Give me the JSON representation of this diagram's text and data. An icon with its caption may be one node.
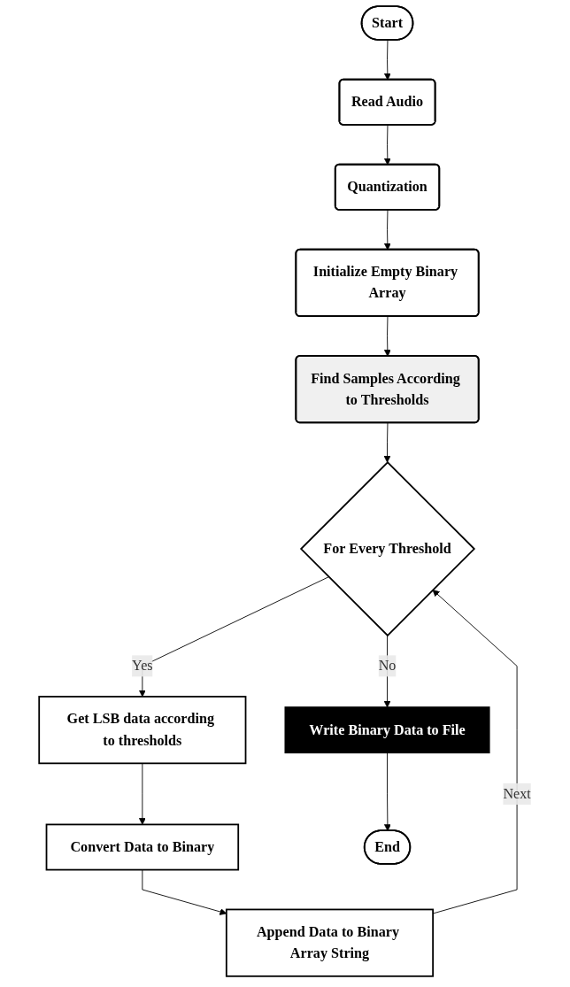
{
  "diagram": {
    "nodes": [
      {
        "text": [
          "Start"
        ]
      },
      {
        "text": [
          "Read Audio"
        ]
      },
      {
        "text": [
          "Quantization"
        ]
      },
      {
        "text": [
          "Initialize Empty Binary Array"
        ]
      },
      {
        "text": [
          "Find Samples According to Thresholds"
        ]
      },
      {
        "text": [
          "For Every Threshold"
        ]
      },
      {
        "text": [
          "Get LSB data according to thresholds"
        ]
      },
      {
        "text": [
          "Convert Data to Binary"
        ]
      },
      {
        "text": [
          "Append Data to Binary Array String"
        ]
      },
      {
        "text": [
          "Write Binary Data to File"
        ]
      },
      {
        "text": [
          "End"
        ]
      }
    ],
    "edges": [
      {
        "from": 0,
        "to": 1,
        "arrow": "to"
      },
      {
        "from": 1,
        "to": 2,
        "arrow": "to"
      },
      {
        "from": 2,
        "to": 3,
        "arrow": "to"
      },
      {
        "from": 3,
        "to": 4,
        "arrow": "to"
      },
      {
        "from": 4,
        "to": 5,
        "arrow": "to"
      },
      {
        "from": 5,
        "to": 6,
        "label": "Yes",
        "arrow": "to"
      },
      {
        "from": 6,
        "to": 7,
        "arrow": "to"
      },
      {
        "from": 7,
        "to": 8,
        "arrow": "to"
      },
      {
        "from": 8,
        "to": 5,
        "label": "Next",
        "arrow": "to"
      },
      {
        "from": 5,
        "to": 9,
        "label": "No",
        "arrow": "to"
      },
      {
        "from": 9,
        "to": 10,
        "arrow": "to"
      }
    ]
  }
}
